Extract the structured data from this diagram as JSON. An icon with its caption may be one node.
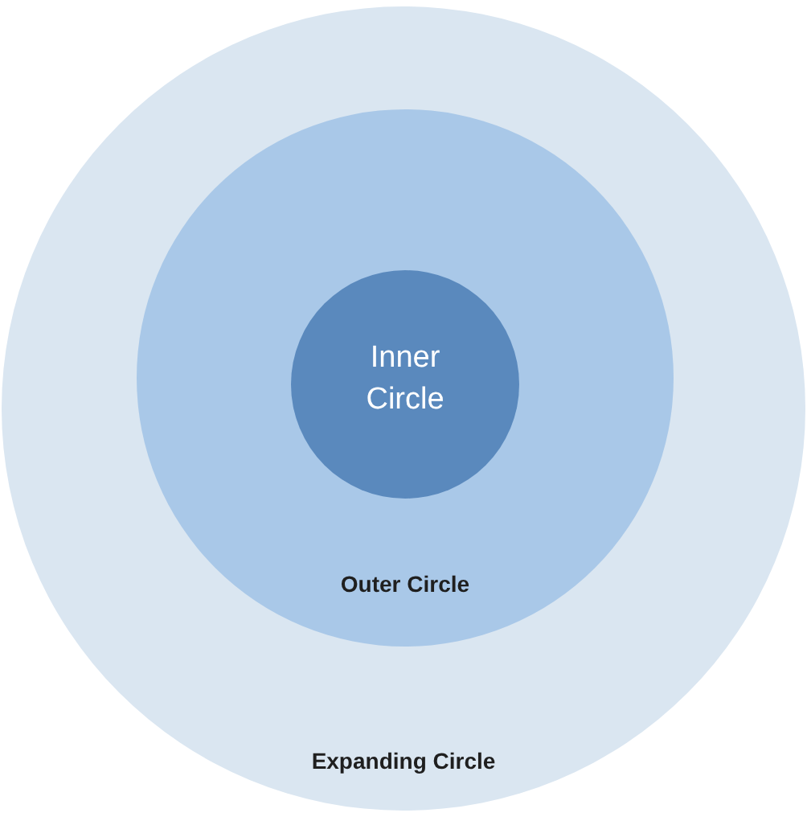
{
  "diagram": {
    "nodes": [
      {
        "text": [
          "Expanding Circle"
        ]
      },
      {
        "text": [
          "Outer Circle"
        ],
        "in": 0
      },
      {
        "text": [
          "Inner Circle"
        ],
        "in": 1
      }
    ]
  }
}
